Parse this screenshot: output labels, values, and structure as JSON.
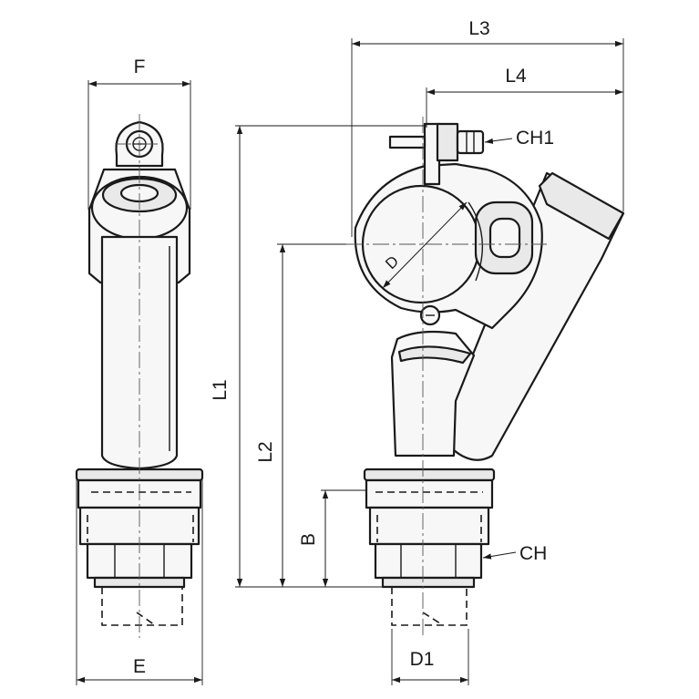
{
  "labels": {
    "F": "F",
    "E": "E",
    "L1": "L1",
    "L2": "L2",
    "L3": "L3",
    "L4": "L4",
    "B": "B",
    "D": "D",
    "D1": "D1",
    "CH": "CH",
    "CH1": "CH1"
  }
}
